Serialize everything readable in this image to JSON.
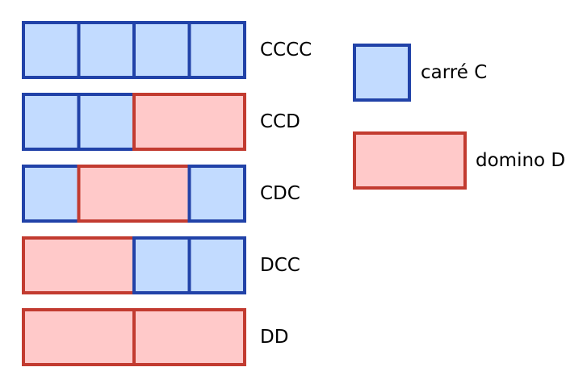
{
  "colors": {
    "square_fill": "#c2dbff",
    "square_stroke": "#2142a8",
    "domino_fill": "#ffc9c9",
    "domino_stroke": "#c23b30"
  },
  "tilings": [
    {
      "label": "CCCC",
      "pieces": [
        "C",
        "C",
        "C",
        "C"
      ]
    },
    {
      "label": "CCD",
      "pieces": [
        "C",
        "C",
        "D"
      ]
    },
    {
      "label": "CDC",
      "pieces": [
        "C",
        "D",
        "C"
      ]
    },
    {
      "label": "DCC",
      "pieces": [
        "D",
        "C",
        "C"
      ]
    },
    {
      "label": "DD",
      "pieces": [
        "D",
        "D"
      ]
    }
  ],
  "legend": {
    "square_label": "carré C",
    "domino_label": "domino D"
  }
}
